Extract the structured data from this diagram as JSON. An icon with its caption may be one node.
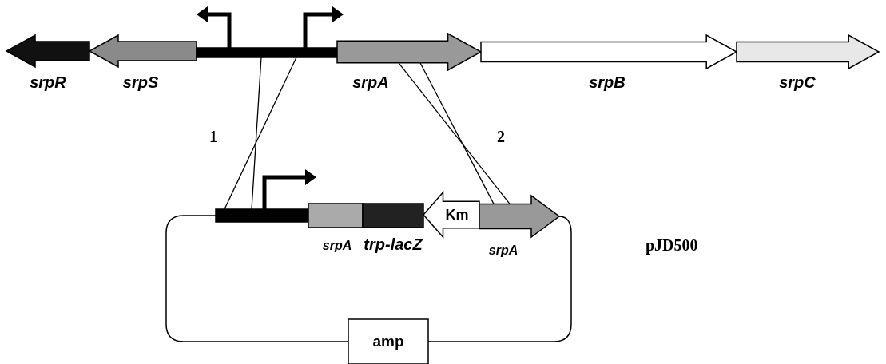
{
  "diagram": {
    "nodes": [
      {
        "text": [
          "srpR"
        ]
      },
      {
        "text": [
          "srpS"
        ]
      },
      {
        "text": [],
        "shape": "bar"
      },
      {
        "text": [
          "srpA"
        ]
      },
      {
        "text": [
          "srpB"
        ]
      },
      {
        "text": [
          "srpC"
        ]
      },
      {
        "text": [],
        "shape": "bar"
      },
      {
        "text": [
          "srpA"
        ]
      },
      {
        "text": [
          "trp-lacZ"
        ]
      },
      {
        "text": [
          "Km"
        ]
      },
      {
        "text": [
          "srpA"
        ]
      },
      {
        "text": [
          "amp"
        ]
      }
    ],
    "edges": [
      {
        "from": 2,
        "to": 6,
        "arrow": "none"
      },
      {
        "from": 2,
        "to": 6,
        "arrow": "none"
      },
      {
        "from": 3,
        "to": 10,
        "arrow": "none"
      },
      {
        "from": 3,
        "to": 10,
        "arrow": "none"
      }
    ],
    "labels": [
      "1",
      "2",
      "pJD500"
    ]
  }
}
